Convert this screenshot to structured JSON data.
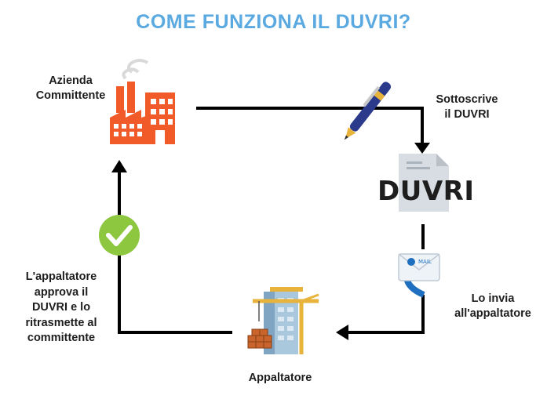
{
  "title": "COME FUNZIONA IL DUVRI?",
  "nodes": {
    "committente": "Azienda\nCommittente",
    "signs": "Sottoscrive\nil DUVRI",
    "document": "DUVRI",
    "sends": "Lo invia\nall'appaltatore",
    "appaltatore": "Appaltatore",
    "approves": "L'appaltatore\napprova il\nDUVRI e lo\nritrasmette al\ncommittente"
  },
  "icons": {
    "factory": "factory-icon",
    "pen": "pen-icon",
    "document": "document-icon",
    "email": "email-icon",
    "building": "building-crane-icon",
    "check": "check-icon"
  },
  "colors": {
    "title": "#5aa9e0",
    "factory": "#f15a29",
    "check": "#8dc63f",
    "arrow": "#000000",
    "document": "#d8dde3"
  }
}
